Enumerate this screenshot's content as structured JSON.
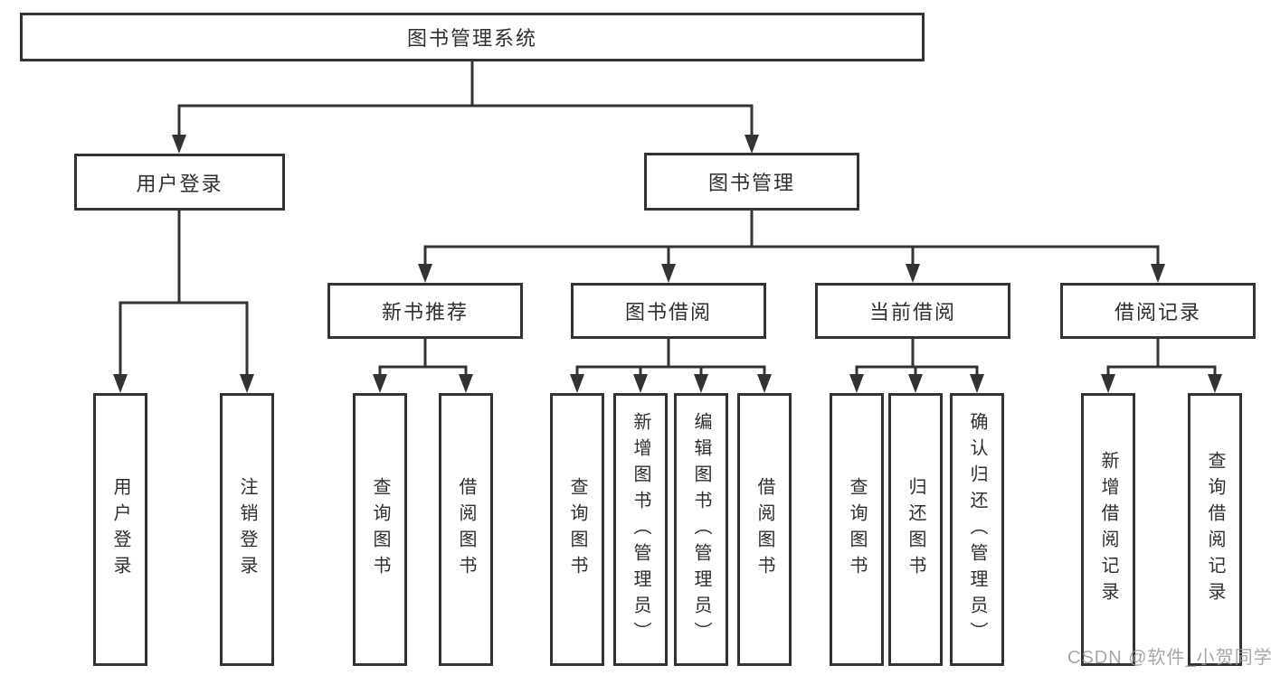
{
  "diagram": {
    "root_label": "图书管理系统",
    "level2": [
      "用户登录",
      "图书管理"
    ],
    "level3": [
      "新书推荐",
      "图书借阅",
      "当前借阅",
      "借阅记录"
    ],
    "leaves": [
      "用户登录",
      "注销登录",
      "查询图书",
      "借阅图书",
      "查询图书",
      "新增图书（管理员）",
      "编辑图书（管理员）",
      "借阅图书",
      "查询图书",
      "归还图书",
      "确认归还（管理员）",
      "新增借阅记录",
      "查询借阅记录"
    ],
    "watermark": "CSDN @软件_小贺同学",
    "colors": {
      "line": "#333333",
      "box_border": "#333333",
      "box_fill": "#ffffff",
      "text": "#2f2f2f",
      "watermark": "#94989e",
      "background": "#ffffff"
    }
  }
}
